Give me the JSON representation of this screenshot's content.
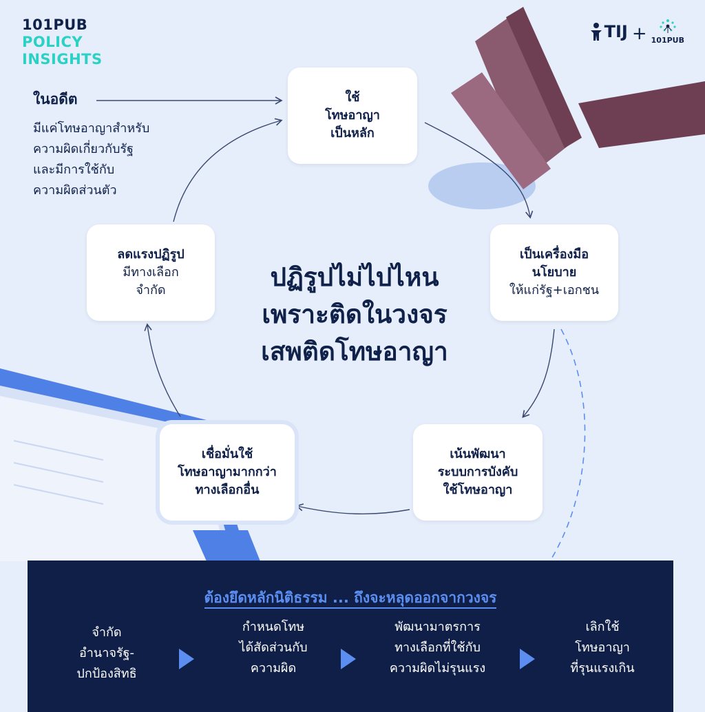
{
  "brand": {
    "line1": "101PUB",
    "line2": "POLICY",
    "line3": "INSIGHTS"
  },
  "partners": {
    "tij": "TIJ",
    "plus": "+",
    "pub": "101PUB"
  },
  "colors": {
    "navy": "#10214a",
    "teal": "#2ad1c4",
    "blue": "#5b8ef0",
    "gavel": "#8a5a6e"
  },
  "past": {
    "title": "ในอดีต",
    "lines": [
      "มีแค่โทษอาญาสำหรับ",
      "ความผิดเกี่ยวกับรัฐ",
      "และมีการใช้กับ",
      "ความผิดส่วนตัว"
    ]
  },
  "cycle": {
    "top": [
      "ใช้",
      "โทษอาญา",
      "เป็นหลัก"
    ],
    "right": {
      "bold": [
        "เป็นเครื่องมือ",
        "นโยบาย"
      ],
      "normal": "ให้แก่รัฐ+เอกชน"
    },
    "bottom_right": [
      "เน้นพัฒนา",
      "ระบบการบังคับ",
      "ใช้โทษอาญา"
    ],
    "bottom_left": [
      "เชื่อมั่นใช้",
      "โทษอาญามากกว่า",
      "ทางเลือกอื่น"
    ],
    "left": {
      "bold": "ลดแรงปฏิรูป",
      "normal": [
        "มีทางเลือก",
        "จำกัด"
      ]
    }
  },
  "center": [
    "ปฏิรูปไม่ไปไหน",
    "เพราะติดในวงจร",
    "เสพติดโทษอาญา"
  ],
  "bottom": {
    "title": "ต้องยึดหลักนิติธรรม ... ถึงจะหลุดออกจากวงจร",
    "steps": [
      [
        "จำกัด",
        "อำนาจรัฐ-",
        "ปกป้องสิทธิ"
      ],
      [
        "กำหนดโทษ",
        "ได้สัดส่วนกับ",
        "ความผิด"
      ],
      [
        "พัฒนามาตรการ",
        "ทางเลือกที่ใช้กับ",
        "ความผิดไม่รุนแรง"
      ],
      [
        "เลิกใช้",
        "โทษอาญา",
        "ที่รุนแรงเกิน"
      ]
    ]
  }
}
